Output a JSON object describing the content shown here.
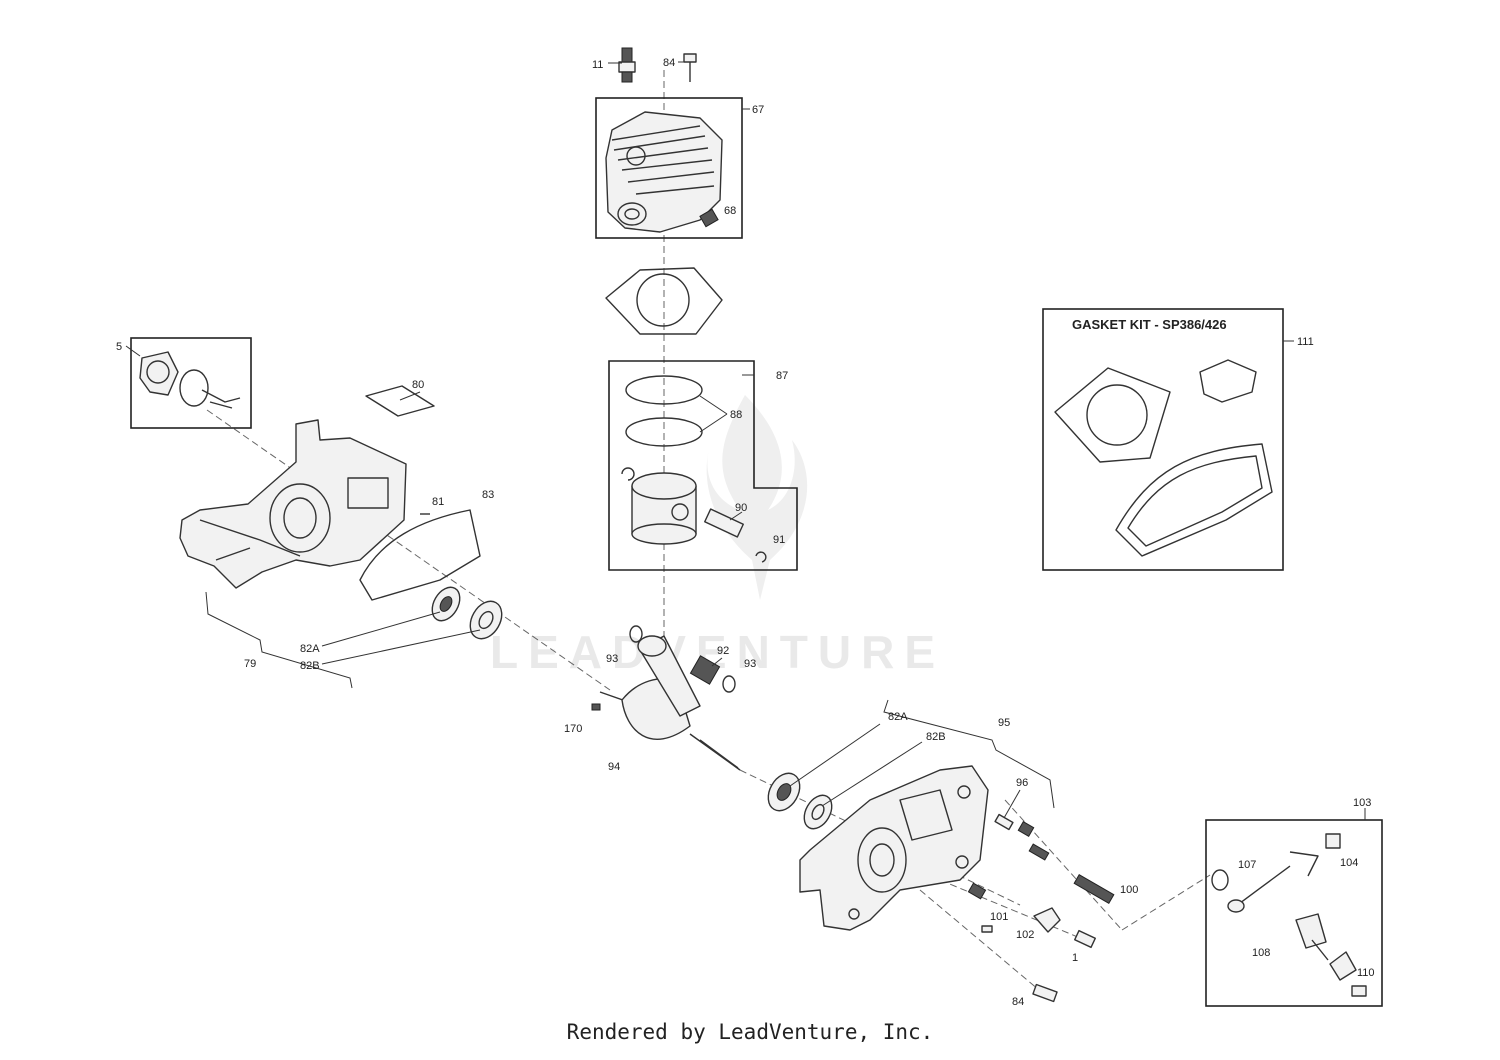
{
  "kit": {
    "title": "GASKET KIT - SP386/426"
  },
  "watermark": "LEADVENTURE",
  "footer": "Rendered by LeadVenture, Inc.",
  "callouts": {
    "c11": "11",
    "c84a": "84",
    "c67": "67",
    "c68": "68",
    "c5": "5",
    "c80": "80",
    "c81": "81",
    "c83": "83",
    "c79": "79",
    "c82a_left": "82A",
    "c82b_left": "82B",
    "c87": "87",
    "c88": "88",
    "c90": "90",
    "c91": "91",
    "c111": "111",
    "c93a": "93",
    "c92": "92",
    "c93b": "93",
    "c170": "170",
    "c94": "94",
    "c82a_right": "82A",
    "c82b_right": "82B",
    "c95": "95",
    "c96": "96",
    "c100": "100",
    "c101": "101",
    "c102": "102",
    "c1": "1",
    "c84b": "84",
    "c103": "103",
    "c104": "104",
    "c107": "107",
    "c108": "108",
    "c110": "110"
  }
}
